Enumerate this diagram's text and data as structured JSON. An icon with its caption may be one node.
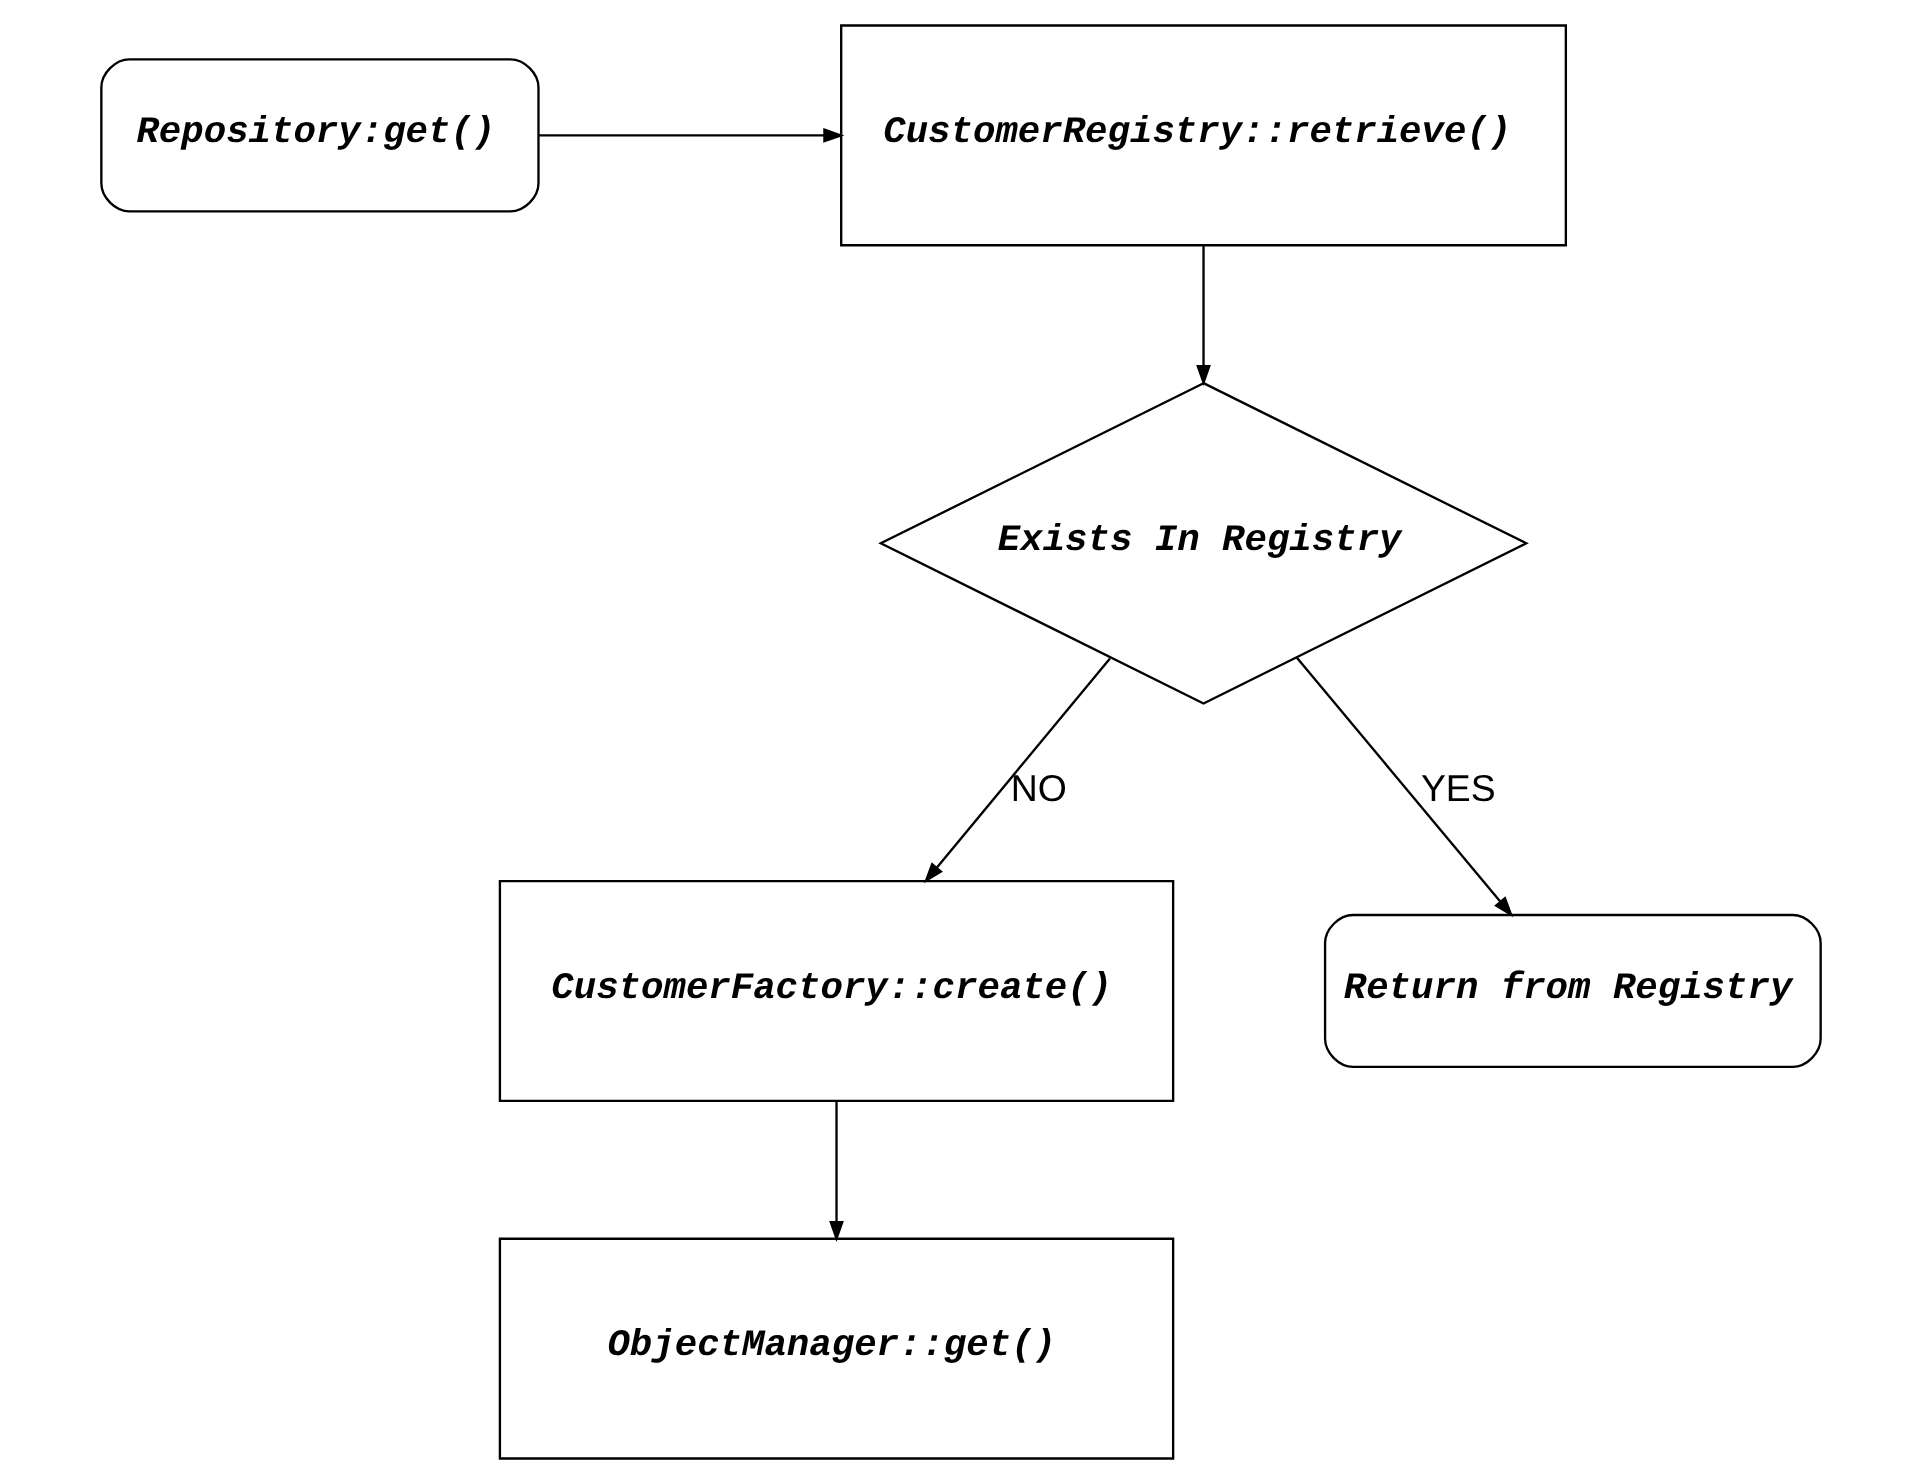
{
  "diagram": {
    "nodes": [
      {
        "text": [
          "Repository:get()"
        ]
      },
      {
        "text": [
          "CustomerRegistry::retrieve()"
        ]
      },
      {
        "text": [
          "Exists In Registry"
        ]
      },
      {
        "text": [
          "CustomerFactory::create()"
        ]
      },
      {
        "text": [
          "ObjectManager::get()"
        ]
      },
      {
        "text": [
          "Return from Registry"
        ]
      }
    ],
    "edges": [
      {
        "from": 0,
        "to": 1,
        "arrow": "to"
      },
      {
        "from": 1,
        "to": 2,
        "arrow": "to"
      },
      {
        "from": 2,
        "to": 3,
        "arrow": "to",
        "label": "NO"
      },
      {
        "from": 2,
        "to": 5,
        "arrow": "to",
        "label": "YES"
      },
      {
        "from": 3,
        "to": 4,
        "arrow": "to"
      }
    ]
  }
}
